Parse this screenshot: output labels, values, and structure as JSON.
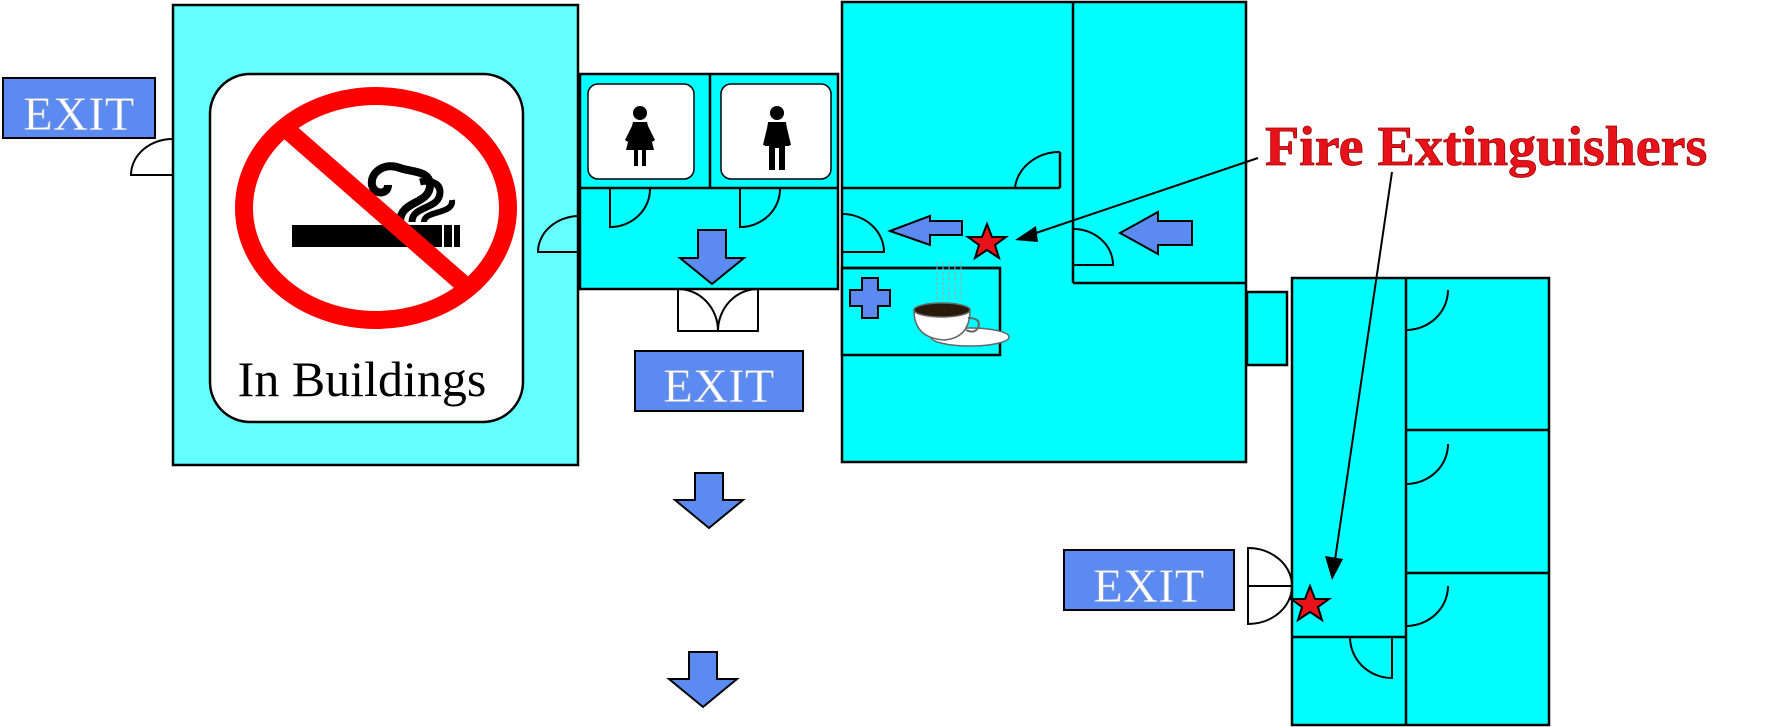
{
  "exits": {
    "left_label": "EXIT",
    "middle_label": "EXIT",
    "right_label": "EXIT"
  },
  "no_smoking_sign": {
    "caption": "In Buildings"
  },
  "callout": {
    "label": "Fire Extinguishers"
  },
  "icons": {
    "female_restroom": "female-person-icon",
    "male_restroom": "male-person-icon",
    "first_aid": "plus-cross-icon",
    "break_room": "coffee-cup-icon",
    "fire_extinguisher": "red-star-icon",
    "no_smoking": "no-smoking-icon"
  },
  "colors": {
    "room_fill": "#00FFFF",
    "room_fill_light": "#66FFFF",
    "exit_blue": "#5B8BF0",
    "extinguisher_red": "#E8121B"
  }
}
